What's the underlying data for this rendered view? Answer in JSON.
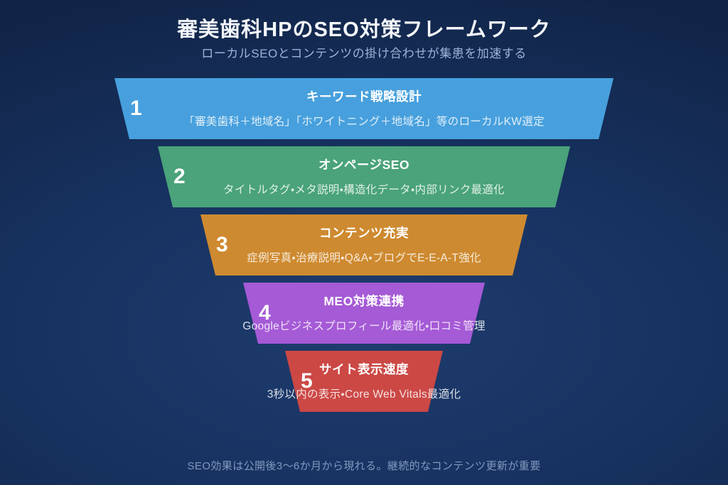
{
  "header": {
    "title": "審美歯科HPのSEO対策フレームワーク",
    "subtitle": "ローカルSEOとコンテンツの掛け合わせが集患を加速する"
  },
  "funnel": {
    "levels": [
      {
        "number": "1",
        "label": "キーワード戦略設計",
        "description": "「審美歯科＋地域名」「ホワイトニング＋地域名」等のローカルKW選定",
        "color": "#47a0dd"
      },
      {
        "number": "2",
        "label": "オンページSEO",
        "description": "タイトルタグ・メタ説明・構造化データ・内部リンク最適化",
        "color": "#4aa37a"
      },
      {
        "number": "3",
        "label": "コンテンツ充実",
        "description": "症例写真・治療説明・Q&A・ブログでE-E-A-T強化",
        "color": "#ce8a30"
      },
      {
        "number": "4",
        "label": "MEO対策連携",
        "description": "Googleビジネスプロフィール最適化・口コミ管理",
        "color": "#a55ad6"
      },
      {
        "number": "5",
        "label": "サイト表示速度",
        "description": "3秒以内の表示・Core Web Vitals最適化",
        "color": "#cb4845"
      }
    ]
  },
  "footer": {
    "note": "SEO効果は公開後3〜6か月から現れる。継続的なコンテンツ更新が重要"
  },
  "palette": {
    "background_center": "#1f3c6e",
    "background_edge": "#112447",
    "title_text": "#f4f7fc",
    "subtitle_text": "#9db3d6",
    "footer_text": "#8099be",
    "band_heading_text": "#ffffff"
  }
}
